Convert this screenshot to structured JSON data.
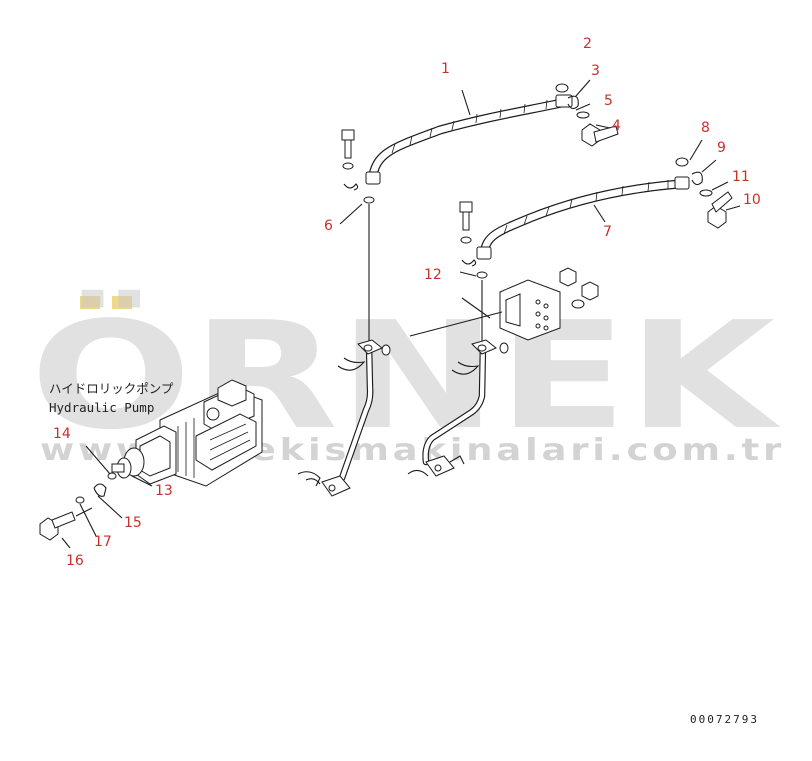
{
  "watermark": {
    "brand": "ÖRNEK",
    "url": "www.ornekismakinalari.com.tr"
  },
  "pump_label": {
    "japanese": "ハイドロリックポンプ",
    "english": "Hydraulic Pump"
  },
  "callouts": [
    "1",
    "2",
    "3",
    "4",
    "5",
    "6",
    "7",
    "8",
    "9",
    "10",
    "11",
    "12",
    "13",
    "14",
    "15",
    "16",
    "17"
  ],
  "serial_number": "00072793",
  "colors": {
    "callout": "#c8302a",
    "line": "#1c1c1c",
    "watermark": "#c9c9c9"
  }
}
